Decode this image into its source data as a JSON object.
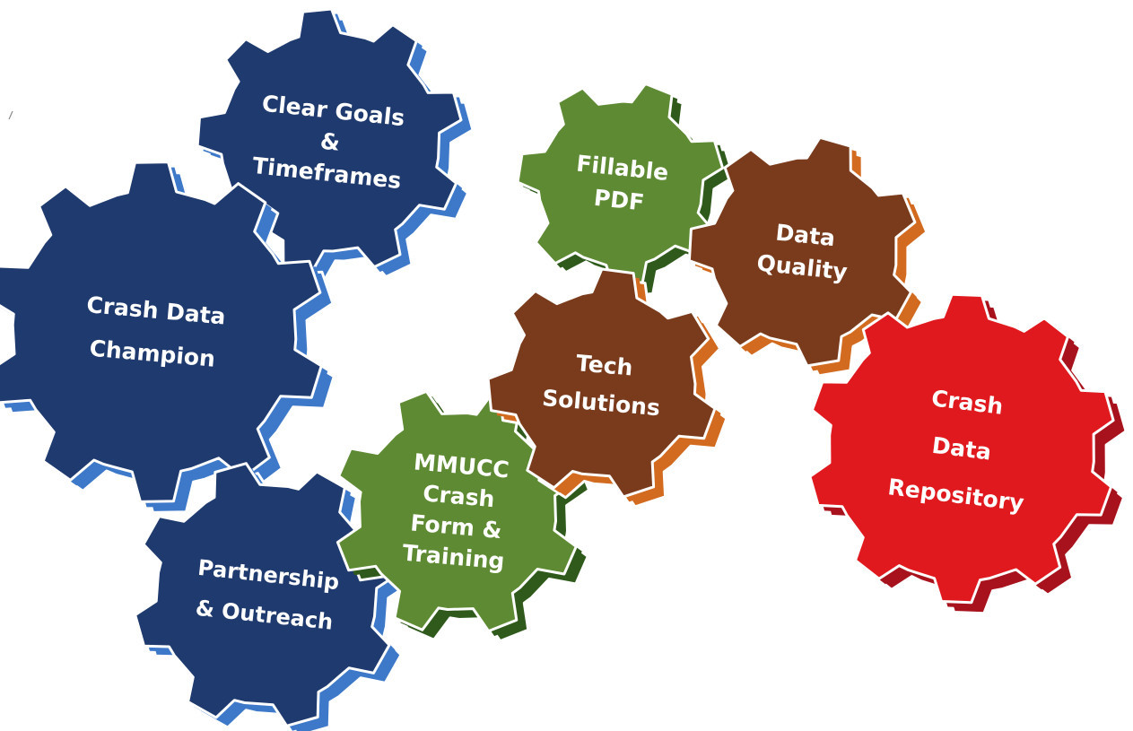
{
  "diagram": {
    "gears": [
      {
        "id": "clear-goals",
        "lines": [
          "Clear Goals",
          "&",
          "Timeframes"
        ],
        "face_color": "#1f3a6e",
        "side_color": "#3d78c9"
      },
      {
        "id": "crash-data-champion",
        "lines": [
          "Crash Data",
          "Champion"
        ],
        "face_color": "#1f3a6e",
        "side_color": "#3d78c9"
      },
      {
        "id": "partnership-outreach",
        "lines": [
          "Partnership",
          "& Outreach"
        ],
        "face_color": "#1f3a6e",
        "side_color": "#3d78c9"
      },
      {
        "id": "mmucc-crash-form",
        "lines": [
          "MMUCC",
          "Crash",
          "Form &",
          "Training"
        ],
        "face_color": "#5d8a32",
        "side_color": "#2f5a1c"
      },
      {
        "id": "fillable-pdf",
        "lines": [
          "Fillable",
          "PDF"
        ],
        "face_color": "#5d8a32",
        "side_color": "#2f5a1c"
      },
      {
        "id": "tech-solutions",
        "lines": [
          "Tech",
          "Solutions"
        ],
        "face_color": "#7a3b1c",
        "side_color": "#d26a1f"
      },
      {
        "id": "data-quality",
        "lines": [
          "Data",
          "Quality"
        ],
        "face_color": "#7a3b1c",
        "side_color": "#d26a1f"
      },
      {
        "id": "crash-data-repository",
        "lines": [
          "Crash",
          "Data",
          "Repository"
        ],
        "face_color": "#e0191e",
        "side_color": "#a8121c"
      }
    ]
  }
}
